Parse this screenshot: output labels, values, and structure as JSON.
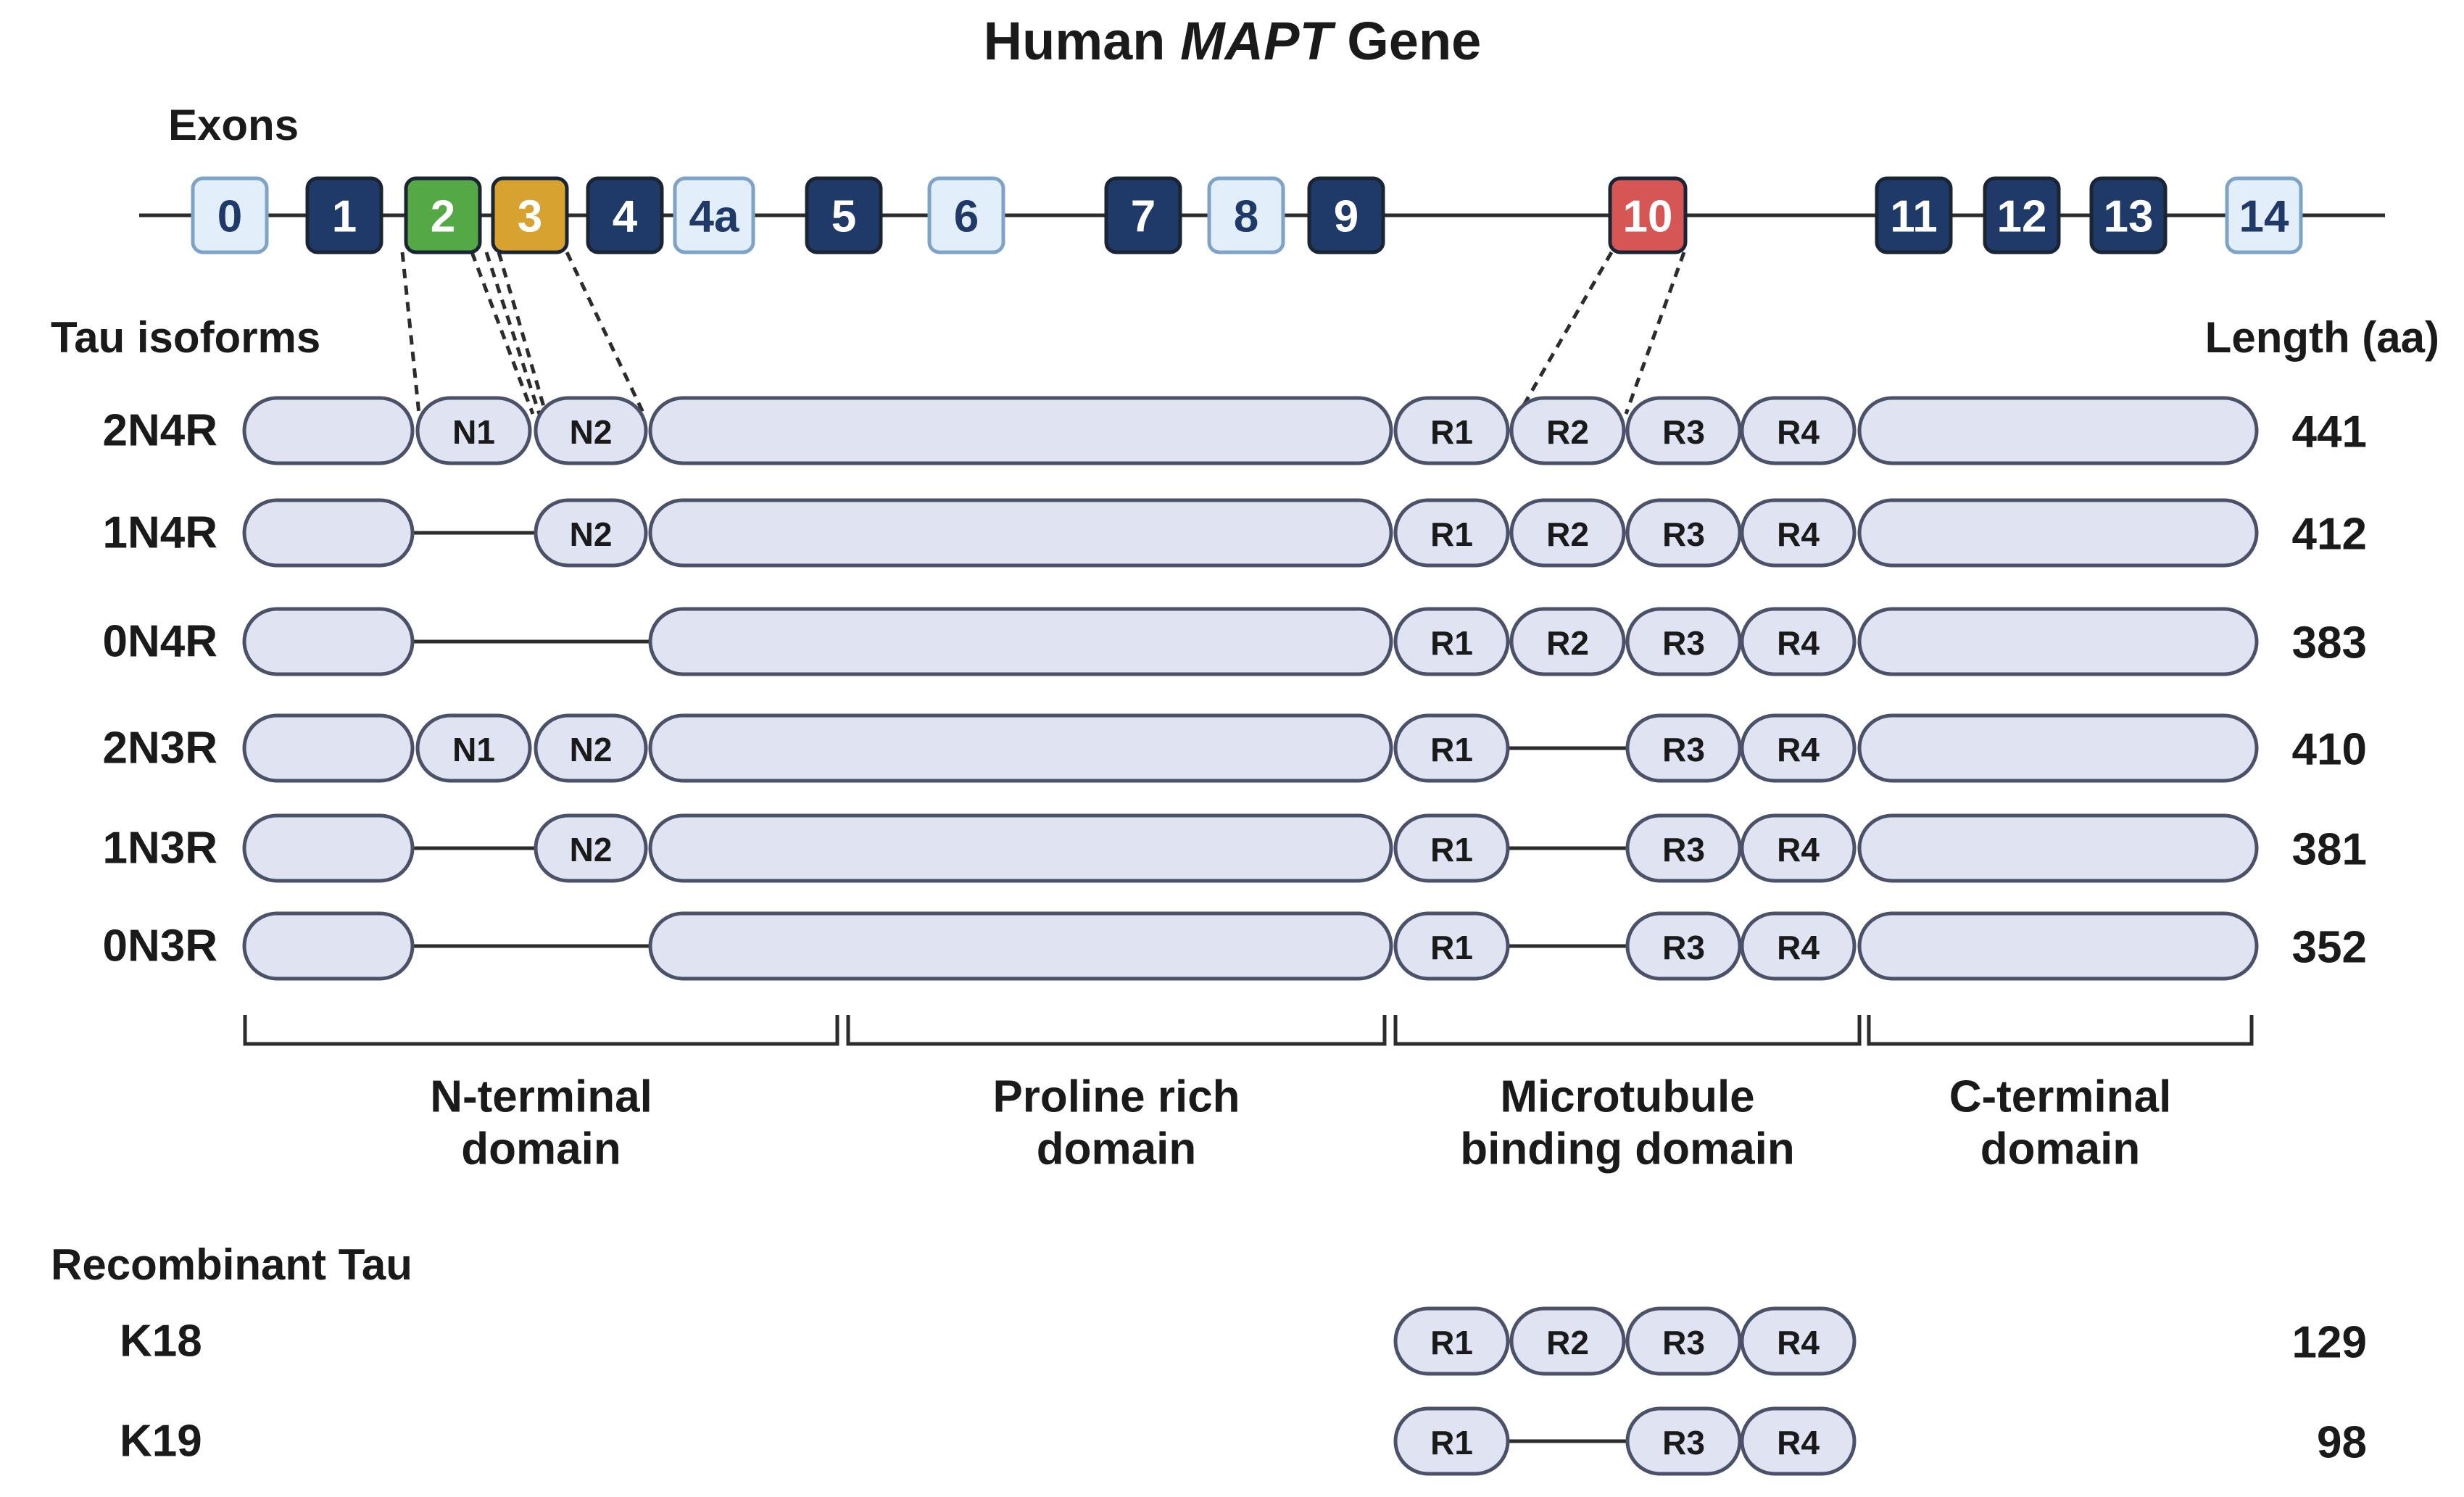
{
  "title": {
    "prefix": "Human ",
    "gene": "MAPT",
    "suffix": " Gene"
  },
  "exons_label": "Exons",
  "isoforms_label": "Tau isoforms",
  "length_label": "Length (aa)",
  "recombinant_label": "Recombinant Tau",
  "colors": {
    "dark_exon": "#1f3a68",
    "light_exon": "#e2eef9",
    "light_exon_stroke": "#7fa3c7",
    "exon_n1": "#55a846",
    "exon_n2": "#d7a230",
    "exon_r2": "#d65555",
    "domain_fill": "#e0e3f2",
    "domain_stroke": "#4b5169",
    "line": "#2c2c2c"
  },
  "exons": [
    {
      "label": "0",
      "style": "light",
      "color_role": "light_exon"
    },
    {
      "label": "1",
      "style": "dark",
      "color_role": "dark_exon"
    },
    {
      "label": "2",
      "style": "color",
      "color_role": "exon_n1"
    },
    {
      "label": "3",
      "style": "color",
      "color_role": "exon_n2"
    },
    {
      "label": "4",
      "style": "dark",
      "color_role": "dark_exon"
    },
    {
      "label": "4a",
      "style": "light",
      "color_role": "light_exon"
    },
    {
      "label": "5",
      "style": "dark",
      "color_role": "dark_exon"
    },
    {
      "label": "6",
      "style": "light",
      "color_role": "light_exon"
    },
    {
      "label": "7",
      "style": "dark",
      "color_role": "dark_exon"
    },
    {
      "label": "8",
      "style": "light",
      "color_role": "light_exon"
    },
    {
      "label": "9",
      "style": "dark",
      "color_role": "dark_exon"
    },
    {
      "label": "10",
      "style": "color",
      "color_role": "exon_r2"
    },
    {
      "label": "11",
      "style": "dark",
      "color_role": "dark_exon"
    },
    {
      "label": "12",
      "style": "dark",
      "color_role": "dark_exon"
    },
    {
      "label": "13",
      "style": "dark",
      "color_role": "dark_exon"
    },
    {
      "label": "14",
      "style": "light",
      "color_role": "light_exon"
    }
  ],
  "isoforms": [
    {
      "name": "2N4R",
      "length": "441",
      "segments": [
        "N-term",
        "N1",
        "N2",
        "PRD",
        "R1",
        "R2",
        "R3",
        "R4",
        "C-term"
      ]
    },
    {
      "name": "1N4R",
      "length": "412",
      "segments": [
        "N-term",
        "N2",
        "PRD",
        "R1",
        "R2",
        "R3",
        "R4",
        "C-term"
      ]
    },
    {
      "name": "0N4R",
      "length": "383",
      "segments": [
        "N-term",
        "PRD",
        "R1",
        "R2",
        "R3",
        "R4",
        "C-term"
      ]
    },
    {
      "name": "2N3R",
      "length": "410",
      "segments": [
        "N-term",
        "N1",
        "N2",
        "PRD",
        "R1",
        "R3",
        "R4",
        "C-term"
      ]
    },
    {
      "name": "1N3R",
      "length": "381",
      "segments": [
        "N-term",
        "N2",
        "PRD",
        "R1",
        "R3",
        "R4",
        "C-term"
      ]
    },
    {
      "name": "0N3R",
      "length": "352",
      "segments": [
        "N-term",
        "PRD",
        "R1",
        "R3",
        "R4",
        "C-term"
      ]
    }
  ],
  "domains": [
    {
      "line1": "N-terminal",
      "line2": "domain"
    },
    {
      "line1": "Proline rich",
      "line2": "domain"
    },
    {
      "line1": "Microtubule",
      "line2": "binding domain"
    },
    {
      "line1": "C-terminal",
      "line2": "domain"
    }
  ],
  "recombinant": [
    {
      "name": "K18",
      "length": "129",
      "segments": [
        "R1",
        "R2",
        "R3",
        "R4"
      ]
    },
    {
      "name": "K19",
      "length": "98",
      "segments": [
        "R1",
        "R3",
        "R4"
      ]
    }
  ]
}
